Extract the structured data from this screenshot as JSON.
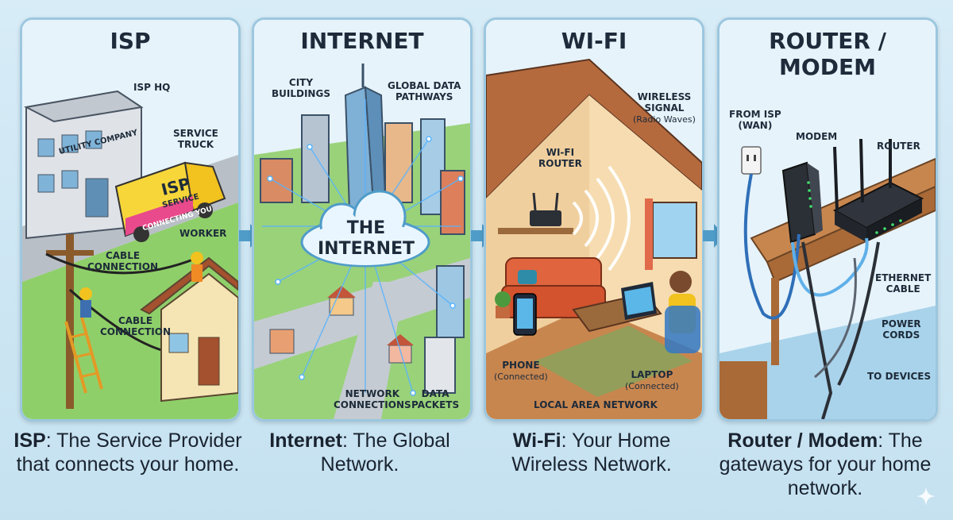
{
  "panels": [
    {
      "title": "ISP",
      "labels": {
        "hq": "ISP HQ",
        "utility": "UTILITY COMPANY",
        "truck": "SERVICE\nTRUCK",
        "truck_sign": "ISP",
        "truck_sign2": "SERVICE",
        "truck_tag": "CONNECTING YOU",
        "worker": "WORKER",
        "cable1": "CABLE\nCONNECTION",
        "cable2": "CABLE\nCONNECTION"
      },
      "caption_bold": "ISP",
      "caption_rest": ": The Service Provider that connects your home."
    },
    {
      "title": "INTERNET",
      "labels": {
        "city": "CITY\nBUILDINGS",
        "global": "GLOBAL DATA\nPATHWAYS",
        "cloud": "THE\nINTERNET",
        "network": "NETWORK\nCONNECTIONS",
        "packets": "DATA\nPACKETS"
      },
      "caption_bold": "Internet",
      "caption_rest": ": The Global Network."
    },
    {
      "title": "WI-FI",
      "labels": {
        "signal": "WIRELESS\nSIGNAL",
        "signal_sub": "(Radio Waves)",
        "router": "WI-FI\nROUTER",
        "phone": "PHONE",
        "phone_sub": "(Connected)",
        "laptop": "LAPTOP",
        "laptop_sub": "(Connected)",
        "lan": "LOCAL AREA NETWORK"
      },
      "caption_bold": "Wi-Fi",
      "caption_rest": ": Your Home Wireless Network."
    },
    {
      "title": "ROUTER / MODEM",
      "labels": {
        "from_isp": "FROM ISP\n(WAN)",
        "modem": "MODEM",
        "router": "ROUTER",
        "ethernet": "ETHERNET\nCABLE",
        "power": "POWER\nCORDS",
        "devices": "TO DEVICES"
      },
      "caption_bold": "Router / Modem",
      "caption_rest": ": The gateways for your home network."
    }
  ],
  "colors": {
    "panel_border": "#9cc7df",
    "arrow": "#4f9cc8",
    "cloud": "#eaf6ff",
    "truck": "#f7d63a"
  },
  "icons": [
    "right-arrow-icon",
    "sparkle-icon",
    "cloud-icon"
  ]
}
